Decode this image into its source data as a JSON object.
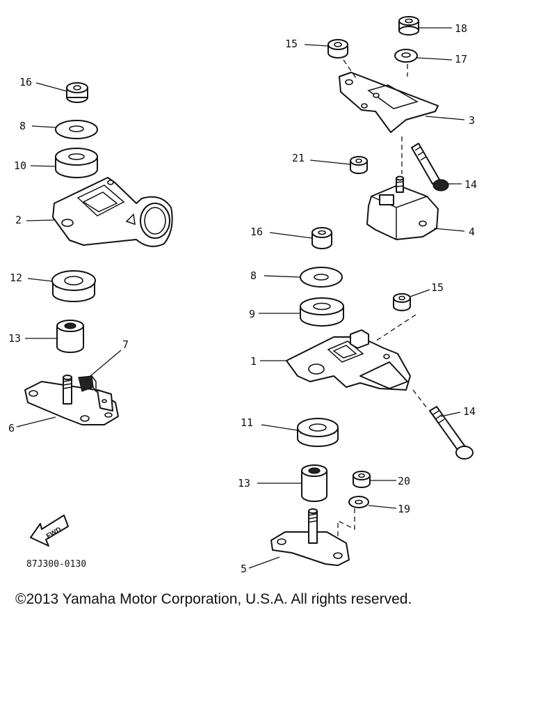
{
  "diagram_code": "87J300-0130",
  "fwd_label": "FWD",
  "copyright": "©2013 Yamaha Motor Corporation, U.S.A. All rights reserved.",
  "callouts": {
    "c1": "1",
    "c2": "2",
    "c3": "3",
    "c4": "4",
    "c5": "5",
    "c6": "6",
    "c7": "7",
    "c8a": "8",
    "c8b": "8",
    "c9": "9",
    "c10": "10",
    "c11": "11",
    "c12": "12",
    "c13a": "13",
    "c13b": "13",
    "c14a": "14",
    "c14b": "14",
    "c15a": "15",
    "c15b": "15",
    "c16a": "16",
    "c16b": "16",
    "c17": "17",
    "c18": "18",
    "c19": "19",
    "c20": "20",
    "c21": "21"
  }
}
